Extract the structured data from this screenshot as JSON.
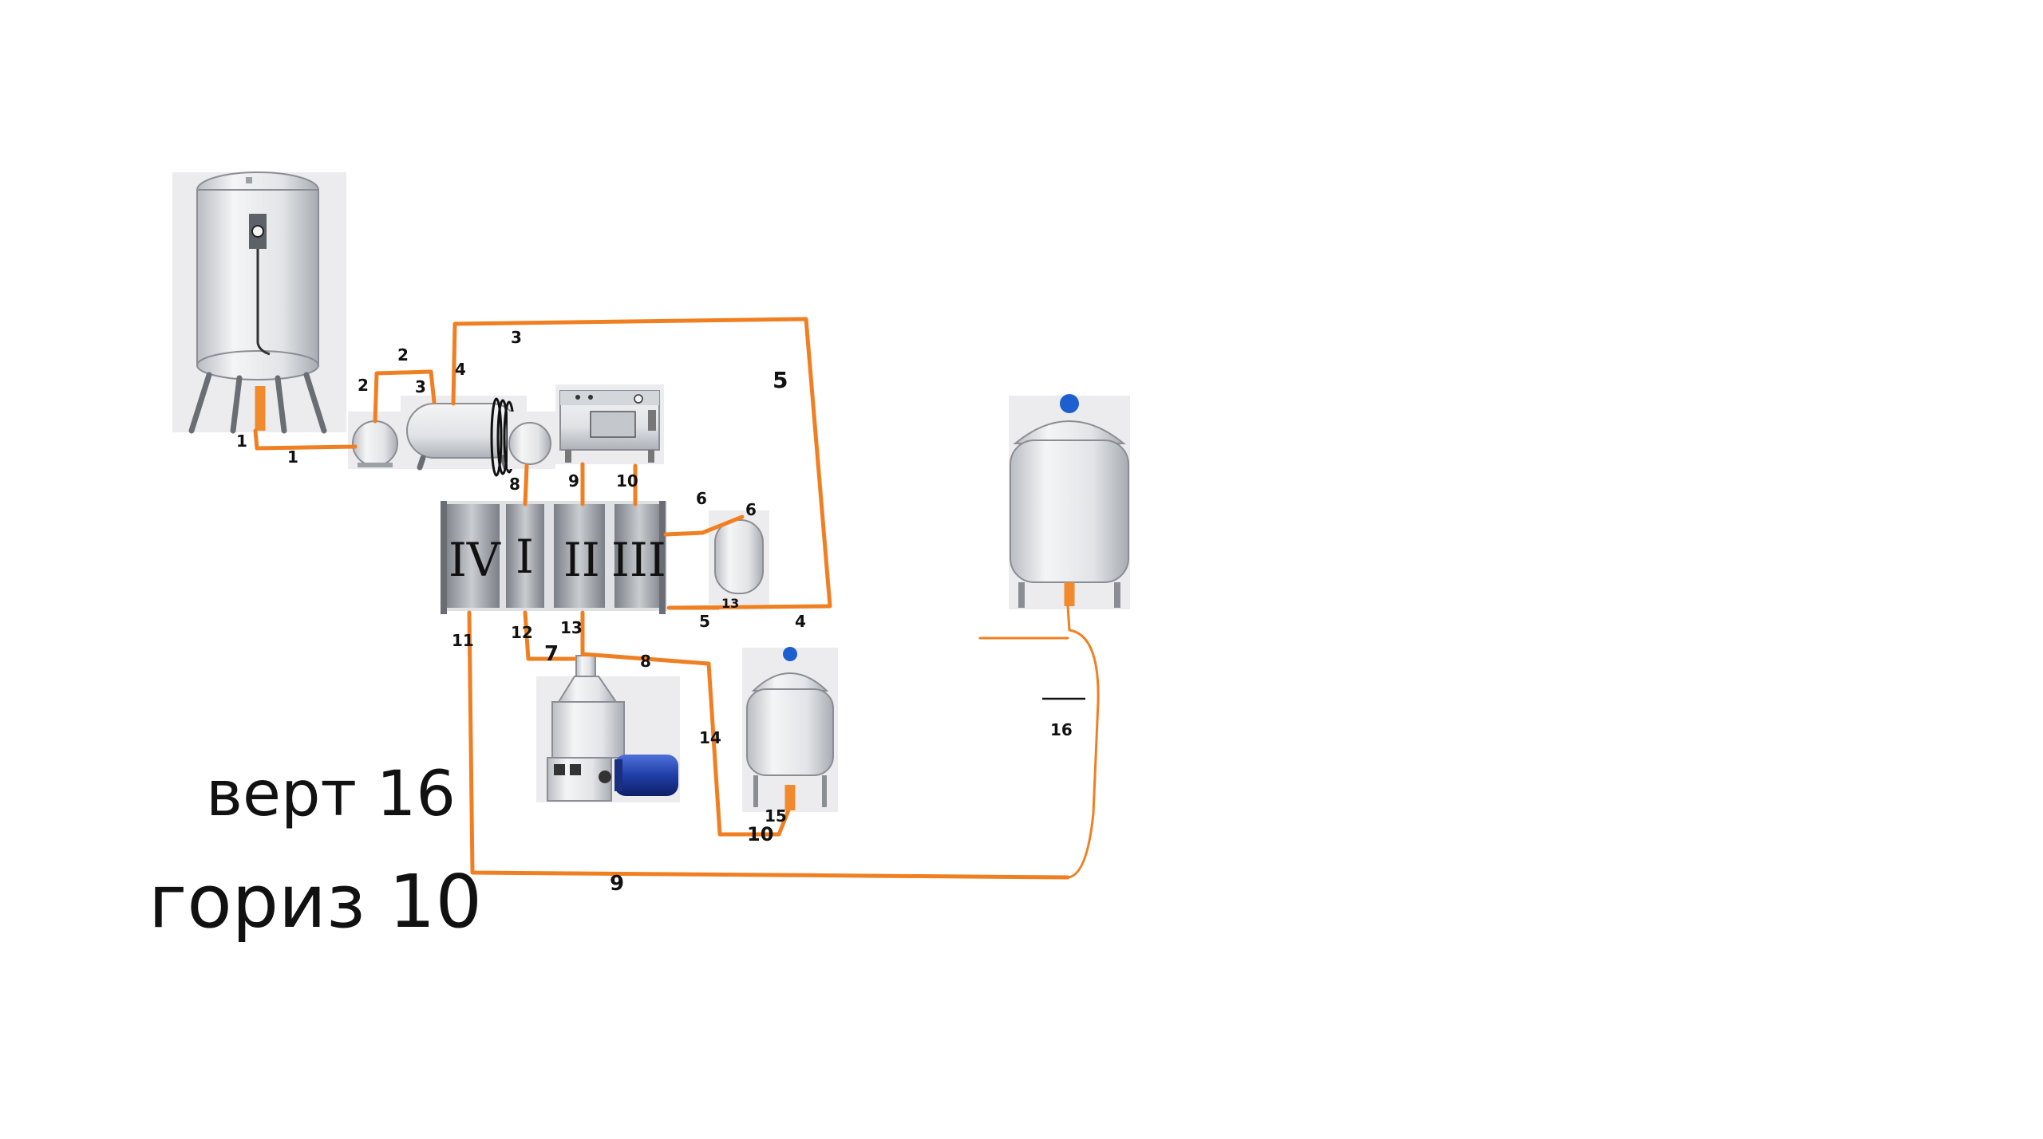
{
  "pipe_labels": {
    "l1a": "1",
    "l1b": "1",
    "l2a": "2",
    "l2b": "2",
    "l3a": "3",
    "l3b": "3",
    "l4a": "4",
    "l5a": "5",
    "l5b": "5",
    "l6": "6",
    "l8": "8",
    "l9": "9",
    "l10": "10",
    "l11": "11",
    "l12": "12",
    "l13": "13",
    "l7": "7",
    "l8b": "8",
    "l14": "14",
    "l15": "15",
    "l10b": "10",
    "l9b": "9",
    "l16": "16",
    "l4b": "4",
    "l13b": "13"
  },
  "heat_exchanger_sections": {
    "s4": "IV",
    "s1": "I",
    "s2": "II",
    "s3": "III"
  },
  "notes": {
    "vert": "верт 16",
    "goriz": "гориз 10"
  },
  "colors": {
    "pipe": "#f07f22",
    "steel": "#d9dbde",
    "motor": "#1f3fa8",
    "valve": "#1e5fd0"
  }
}
